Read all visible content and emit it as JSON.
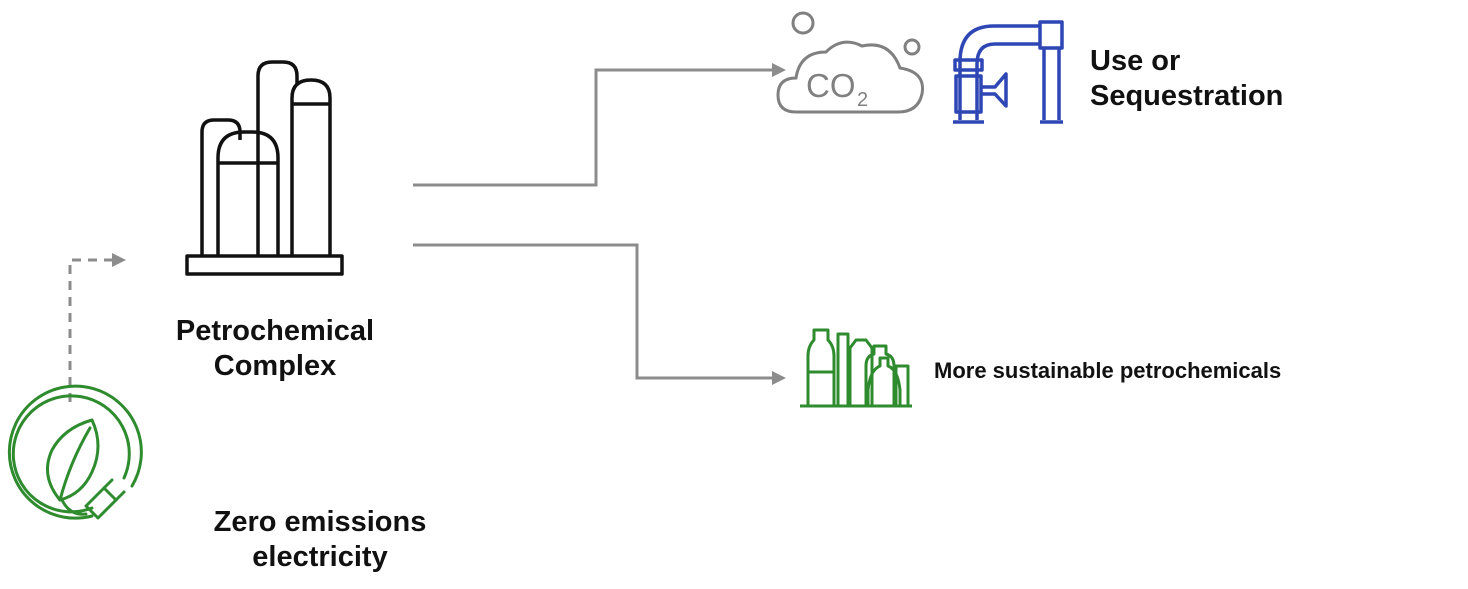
{
  "nodes": {
    "petrochemical": {
      "label_lines": [
        "Petrochemical",
        "Complex"
      ],
      "icon": "refinery-icon"
    },
    "electricity": {
      "label_lines": [
        "Zero emissions",
        "electricity"
      ],
      "icon": "leaf-plug-icon"
    },
    "sequestration": {
      "label_lines": [
        "Use or",
        "Sequestration"
      ],
      "icons": [
        "co2-cloud-icon",
        "pipeline-icon"
      ]
    },
    "petrochemicals_out": {
      "label": "More sustainable petrochemicals",
      "icon": "bottles-icon"
    }
  },
  "connectors": [
    {
      "from": "electricity",
      "to": "petrochemical",
      "style": "dashed"
    },
    {
      "from": "petrochemical",
      "to": "sequestration",
      "style": "solid"
    },
    {
      "from": "petrochemical",
      "to": "petrochemicals_out",
      "style": "solid"
    }
  ],
  "colors": {
    "connector": "#8c8c8c",
    "refinery": "#111111",
    "co2_cloud": "#808080",
    "pipeline": "#2f47b5",
    "green": "#2e8b2e",
    "text": "#111111"
  }
}
